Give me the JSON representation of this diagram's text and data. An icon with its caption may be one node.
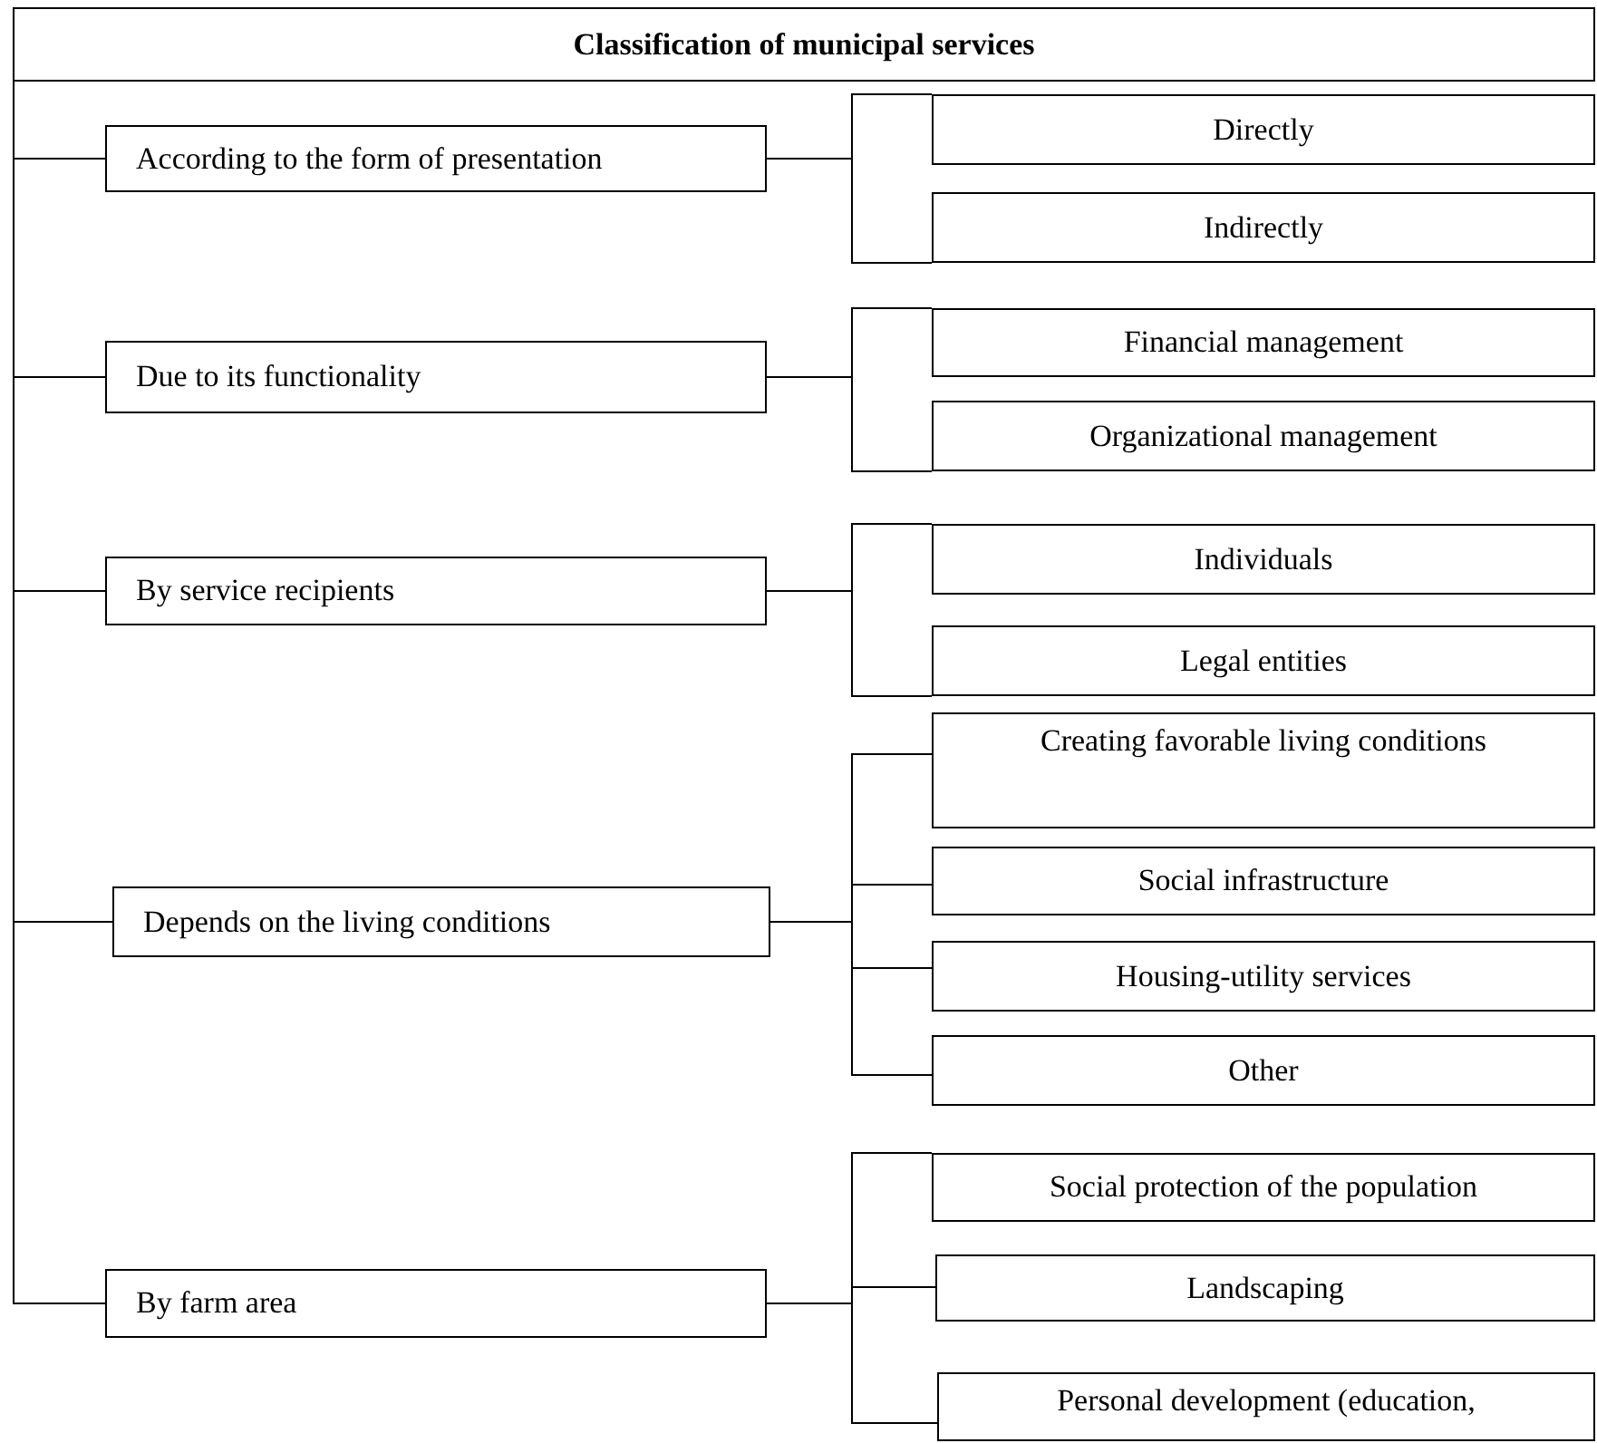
{
  "diagram": {
    "nodes": [
      {
        "text": [
          "Classification of municipal services"
        ]
      },
      {
        "text": [
          "According to the form of presentation"
        ]
      },
      {
        "text": [
          "Directly"
        ]
      },
      {
        "text": [
          "Indirectly"
        ]
      },
      {
        "text": [
          "Due to its functionality"
        ]
      },
      {
        "text": [
          "Financial management"
        ]
      },
      {
        "text": [
          "Organizational management"
        ]
      },
      {
        "text": [
          "By service recipients"
        ]
      },
      {
        "text": [
          "Individuals"
        ]
      },
      {
        "text": [
          "Legal entities"
        ]
      },
      {
        "text": [
          "Depends on the living conditions"
        ]
      },
      {
        "text": [
          "Creating favorable living conditions"
        ]
      },
      {
        "text": [
          "Social infrastructure"
        ]
      },
      {
        "text": [
          "Housing-utility services"
        ]
      },
      {
        "text": [
          "Other"
        ]
      },
      {
        "text": [
          "By farm area"
        ]
      },
      {
        "text": [
          "Social protection of the population"
        ]
      },
      {
        "text": [
          "Landscaping"
        ]
      },
      {
        "text": [
          "Personal development (education,"
        ]
      }
    ],
    "edges": [
      {
        "from": 0,
        "to": 1,
        "arrow": "none"
      },
      {
        "from": 0,
        "to": 4,
        "arrow": "none"
      },
      {
        "from": 0,
        "to": 7,
        "arrow": "none"
      },
      {
        "from": 0,
        "to": 10,
        "arrow": "none"
      },
      {
        "from": 0,
        "to": 15,
        "arrow": "none"
      },
      {
        "from": 1,
        "to": 2,
        "arrow": "none"
      },
      {
        "from": 1,
        "to": 3,
        "arrow": "none"
      },
      {
        "from": 4,
        "to": 5,
        "arrow": "none"
      },
      {
        "from": 4,
        "to": 6,
        "arrow": "none"
      },
      {
        "from": 7,
        "to": 8,
        "arrow": "none"
      },
      {
        "from": 7,
        "to": 9,
        "arrow": "none"
      },
      {
        "from": 10,
        "to": 11,
        "arrow": "none"
      },
      {
        "from": 10,
        "to": 12,
        "arrow": "none"
      },
      {
        "from": 10,
        "to": 13,
        "arrow": "none"
      },
      {
        "from": 10,
        "to": 14,
        "arrow": "none"
      },
      {
        "from": 15,
        "to": 16,
        "arrow": "none"
      },
      {
        "from": 15,
        "to": 17,
        "arrow": "none"
      },
      {
        "from": 15,
        "to": 18,
        "arrow": "none"
      }
    ]
  }
}
